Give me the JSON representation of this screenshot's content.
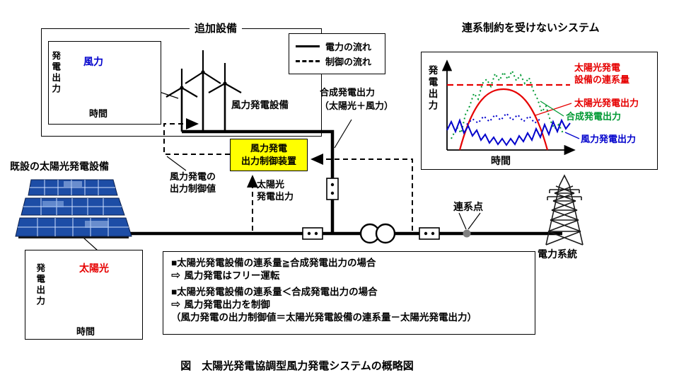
{
  "diagram": {
    "caption": "図　太陽光発電協調型風力発電システムの概略図"
  },
  "additional": {
    "title": "追加設備",
    "turbine_label": "風力発電設備",
    "graph": {
      "y_axis": "発電出力",
      "x_axis": "時間",
      "series": "風力"
    }
  },
  "legend": {
    "power_flow": "電力の流れ",
    "control_flow": "制御の流れ"
  },
  "unconstrained": {
    "title": "連系制約を受けないシステム",
    "y_axis": "発電出力",
    "x_axis": "時間",
    "limit_label": "太陽光発電\n設備の連系量",
    "solar_label": "太陽光発電出力",
    "combined_label": "合成発電出力",
    "wind_label": "風力発電出力"
  },
  "controller": {
    "label": "風力発電\n出力制御装置"
  },
  "flows": {
    "combined_output": "合成発電出力\n（太陽光＋風力）",
    "wind_control_value": "風力発電の\n出力制御値",
    "solar_output": "太陽光\n発電出力"
  },
  "existing_solar": {
    "title": "既設の太陽光発電設備",
    "graph": {
      "y_axis": "発電出力",
      "x_axis": "時間",
      "series": "太陽光"
    }
  },
  "rules": {
    "arrow": "⇨",
    "case1": "■太陽光発電設備の連系量≧合成発電出力の場合",
    "case1_result": "風力発電はフリー運転",
    "case2": "■太陽光発電設備の連系量＜合成発電出力の場合",
    "case2_result": "風力発電出力を制御",
    "formula": "（風力発電の出力制御値＝太陽光発電設備の連系量－太陽光発電出力）"
  },
  "grid": {
    "interconnection_point": "連系点",
    "power_system": "電力系統"
  },
  "colors": {
    "wind": "#0000cc",
    "solar": "#e60000",
    "combined": "#009933",
    "limit": "#e60000",
    "controller_bg": "#ffff00",
    "line": "#000000"
  }
}
